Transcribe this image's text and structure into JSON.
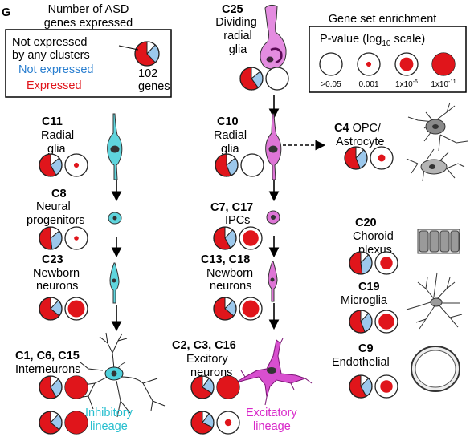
{
  "panel_label": "G",
  "legend_asd": {
    "title_lines": [
      "Number of ASD",
      "genes expressed"
    ],
    "none_lines": [
      "Not expressed",
      "by any clusters"
    ],
    "not_expressed": "Not expressed",
    "expressed": "Expressed",
    "count_lines": [
      "102",
      "genes"
    ]
  },
  "legend_enrich": {
    "title": "Gene set enrichment",
    "scale_label": "P-value (log",
    "scale_sub": "10",
    "scale_tail": " scale)",
    "levels": [
      {
        "base": ">0.05",
        "exp": "",
        "fill": 0
      },
      {
        "base": "0.001",
        "exp": "",
        "fill": 0.22
      },
      {
        "base": "1x10",
        "exp": "-6",
        "fill": 0.6
      },
      {
        "base": "1x10",
        "exp": "-11",
        "fill": 1
      }
    ]
  },
  "colors": {
    "expressed": "#e0151b",
    "not_expressed": "#9cc8ec",
    "none": "#ffffff",
    "inhibitory": "#27bfcf",
    "excitatory": "#d827c9",
    "other": "#7a7a7a"
  },
  "clusters": {
    "c25": {
      "id": "C25",
      "name_lines": [
        "Dividing",
        "radial",
        "glia"
      ],
      "pie": [
        0.14,
        0.26,
        0.6
      ],
      "enrich": 0
    },
    "c11": {
      "id": "C11",
      "name_lines": [
        "Radial",
        "glia"
      ],
      "pie": [
        0.14,
        0.28,
        0.58
      ],
      "enrich": 0.22
    },
    "c10": {
      "id": "C10",
      "name_lines": [
        "Radial",
        "glia"
      ],
      "pie": [
        0.14,
        0.3,
        0.56
      ],
      "enrich": 0
    },
    "c4": {
      "id": "C4",
      "name_lines": [
        "OPC/",
        "Astrocyte"
      ],
      "pie": [
        0.12,
        0.32,
        0.56
      ],
      "enrich": 0.32
    },
    "c8": {
      "id": "C8",
      "name_lines": [
        "Neural",
        "progenitors"
      ],
      "pie": [
        0.14,
        0.34,
        0.52
      ],
      "enrich": 0.2
    },
    "c7": {
      "id": "C7, C17",
      "name_lines": [
        "IPCs"
      ],
      "pie": [
        0.12,
        0.3,
        0.58
      ],
      "enrich": 0.7
    },
    "c20": {
      "id": "C20",
      "name_lines": [
        "Choroid",
        "plexus"
      ],
      "pie": [
        0.12,
        0.36,
        0.52
      ],
      "enrich": 0.55
    },
    "c23": {
      "id": "C23",
      "name_lines": [
        "Newborn",
        "neurons"
      ],
      "pie": [
        0.12,
        0.24,
        0.64
      ],
      "enrich": 0.75
    },
    "c13": {
      "id": "C13, C18",
      "name_lines": [
        "Newborn",
        "neurons"
      ],
      "pie": [
        0.12,
        0.24,
        0.64
      ],
      "enrich": 0.75
    },
    "c19": {
      "id": "C19",
      "name_lines": [
        "Microglia"
      ],
      "pie": [
        0.12,
        0.32,
        0.56
      ],
      "enrich": 0.7
    },
    "c9": {
      "id": "C9",
      "name_lines": [
        "Endothelial"
      ],
      "pie": [
        0.12,
        0.3,
        0.58
      ],
      "enrich": 0.55
    },
    "c1": {
      "id": "C1, C6, C15",
      "name_lines": [
        "Interneurons"
      ],
      "pie": [
        0.12,
        0.3,
        0.58
      ],
      "enrich": 1
    },
    "c2": {
      "id": "C2, C3, C16",
      "name_lines": [
        "Excitory",
        "neurons"
      ],
      "pie": [
        0.1,
        0.24,
        0.66
      ],
      "enrich": 1
    },
    "inh": {
      "name_lines": [
        "Inhibitory",
        "lineage"
      ],
      "pie": [
        0.12,
        0.24,
        0.64
      ],
      "enrich": 1
    },
    "exc": {
      "name_lines": [
        "Excitatory",
        "lineage"
      ],
      "pie": [
        0.1,
        0.22,
        0.68
      ],
      "enrich": 0.3
    }
  }
}
